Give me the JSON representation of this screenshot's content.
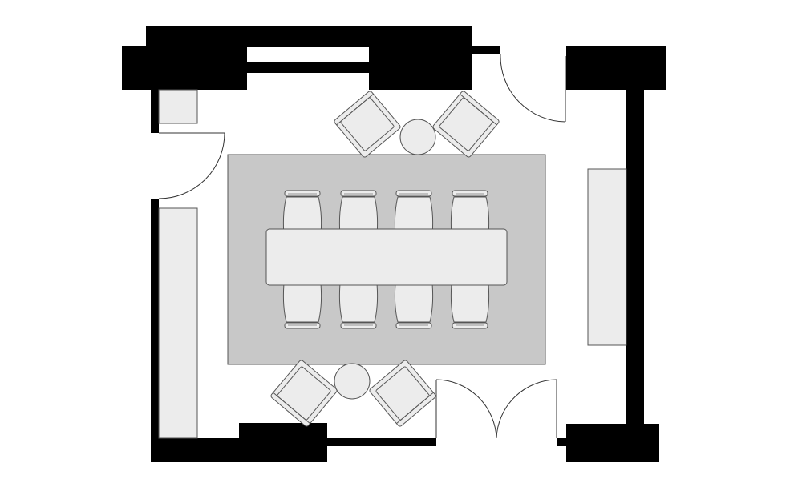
{
  "colors": {
    "background": "#ffffff",
    "wall": "#000000",
    "rug": "#c8c8c8",
    "furniture_fill": "#ececec",
    "outline": "#555555"
  },
  "furniture": {
    "table_chairs_per_side": 4,
    "armchairs": 4,
    "side_tables": 2,
    "cabinets": 3
  },
  "openings": {
    "single_doors": 2,
    "double_doors": 1,
    "windows": 1
  }
}
